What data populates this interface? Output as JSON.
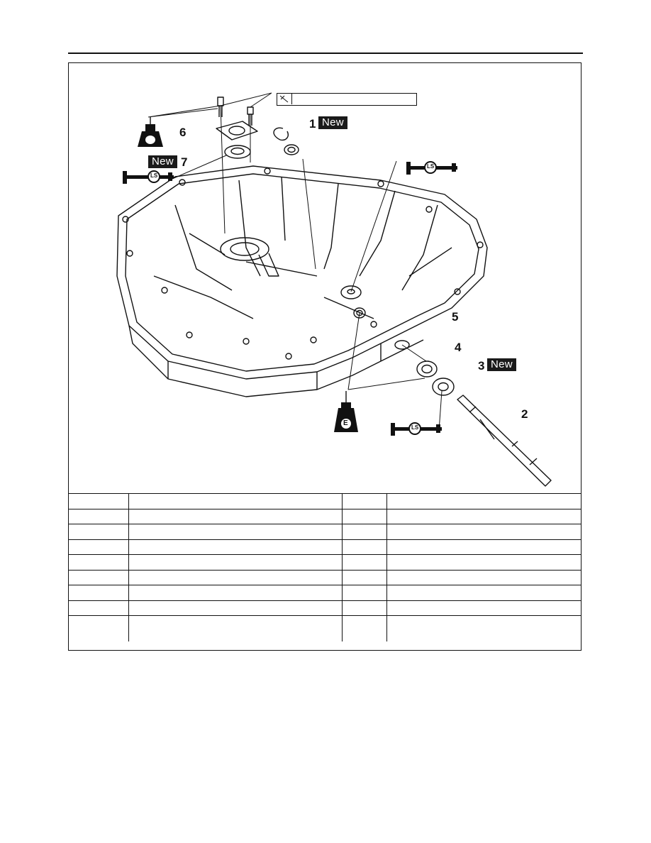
{
  "diagram": {
    "torque_spec": "",
    "callouts": {
      "part1": "1",
      "part2": "2",
      "part3": "3",
      "part4": "4",
      "part5": "5",
      "part6": "6",
      "part7": "7"
    },
    "new_label": "New",
    "lubricant_ls": "LS",
    "lubricant_e": "E"
  },
  "parts_table": {
    "rows": [
      [
        "",
        "",
        "",
        ""
      ],
      [
        "",
        "",
        "",
        ""
      ],
      [
        "",
        "",
        "",
        ""
      ],
      [
        "",
        "",
        "",
        ""
      ],
      [
        "",
        "",
        "",
        ""
      ],
      [
        "",
        "",
        "",
        ""
      ],
      [
        "",
        "",
        "",
        ""
      ],
      [
        "",
        "",
        "",
        ""
      ],
      [
        "",
        "",
        "",
        ""
      ]
    ]
  }
}
